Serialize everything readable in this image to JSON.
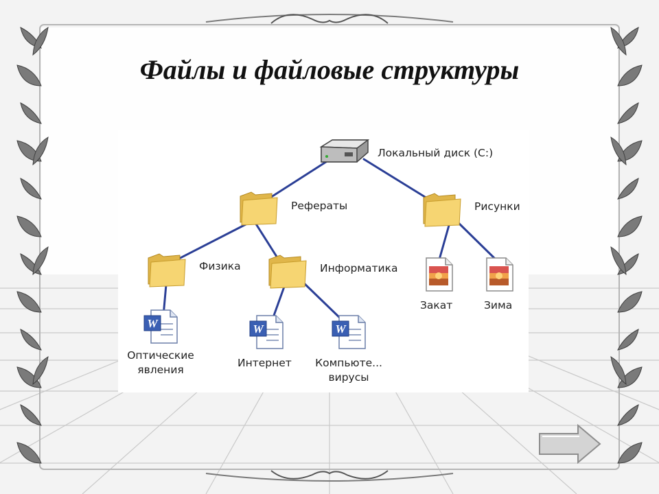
{
  "slide": {
    "title": "Файлы и файловые структуры"
  },
  "tree": {
    "root": "Локальный диск (C:)",
    "referaty": "Рефераты",
    "risunki": "Рисунки",
    "fizika": "Физика",
    "informatika": "Информатика",
    "opticheskie": "Оптические\nявления",
    "internet": "Интернет",
    "kompyute": "Компьюте...\nвирусы",
    "zakat": "Закат",
    "zima": "Зима"
  },
  "icons": {
    "drive": "hard-drive-icon",
    "folder": "folder-icon",
    "document": "word-document-icon",
    "image": "image-file-icon",
    "next": "right-arrow-icon"
  },
  "colors": {
    "connector": "#2b3f96",
    "folder": "#f6d572",
    "doc_blue": "#3a5fb3"
  }
}
